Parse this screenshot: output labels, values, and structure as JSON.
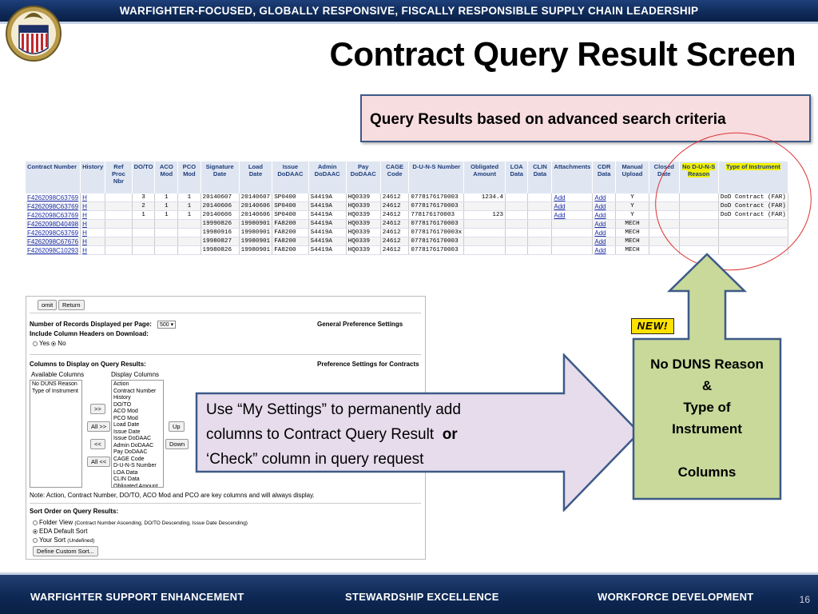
{
  "banner": {
    "text": "WARFIGHTER-FOCUSED, GLOBALLY RESPONSIVE, FISCALLY RESPONSIBLE SUPPLY CHAIN LEADERSHIP"
  },
  "slide": {
    "title": "Contract Query Result Screen",
    "page_number": "16"
  },
  "query_box": {
    "text": "Query Results based on advanced search criteria"
  },
  "results": {
    "headers": [
      "Contract Number",
      "History",
      "Ref Proc Nbr",
      "DO/TO",
      "ACO Mod",
      "PCO Mod",
      "Signature Date",
      "Load Date",
      "Issue DoDAAC",
      "Admin DoDAAC",
      "Pay DoDAAC",
      "CAGE Code",
      "D-U-N-S Number",
      "Obligated Amount",
      "LOA Data",
      "CLIN Data",
      "Attachments",
      "CDR Data",
      "Manual Upload",
      "Closed Date",
      "No D-U-N-S Reason",
      "Type of Instrument"
    ],
    "rows": [
      [
        "F4262098C63769",
        "H",
        "",
        "3",
        "1",
        "1",
        "20140607",
        "20140607",
        "SP0400",
        "S4419A",
        "HQ0339",
        "24612",
        "0778176170003",
        "1234.4",
        "",
        "",
        "Add",
        "Add",
        "Y",
        "",
        "",
        "DoD Contract (FAR)"
      ],
      [
        "F4262098C63769",
        "H",
        "",
        "2",
        "1",
        "1",
        "20140606",
        "20140606",
        "SP0400",
        "S4419A",
        "HQ0339",
        "24612",
        "0778176170003",
        "",
        "",
        "",
        "Add",
        "Add",
        "Y",
        "",
        "",
        "DoD Contract (FAR)"
      ],
      [
        "F4262098C63769",
        "H",
        "",
        "1",
        "1",
        "1",
        "20140606",
        "20140606",
        "SP0400",
        "S4419A",
        "HQ0339",
        "24612",
        "778176170003",
        "123",
        "",
        "",
        "Add",
        "Add",
        "Y",
        "",
        "",
        "DoD Contract (FAR)"
      ],
      [
        "F4262098D40498",
        "H",
        "",
        "",
        "",
        "",
        "19990826",
        "19980901",
        "FA8200",
        "S4419A",
        "HQ0339",
        "24612",
        "0778176170003",
        "",
        "",
        "",
        "",
        "Add",
        "MECH",
        "",
        "",
        ""
      ],
      [
        "F4262098C63769",
        "H",
        "",
        "",
        "",
        "",
        "19980916",
        "19980901",
        "FA8200",
        "S4419A",
        "HQ0339",
        "24612",
        "0778176170003x",
        "",
        "",
        "",
        "",
        "Add",
        "MECH",
        "",
        "",
        ""
      ],
      [
        "F4262098C67676",
        "H",
        "",
        "",
        "",
        "",
        "19980827",
        "19980901",
        "FA8200",
        "S4419A",
        "HQ0339",
        "24612",
        "0778176170003",
        "",
        "",
        "",
        "",
        "Add",
        "MECH",
        "",
        "",
        ""
      ],
      [
        "F4262098C10293",
        "H",
        "",
        "",
        "",
        "",
        "19980826",
        "19980901",
        "FA8200",
        "S4419A",
        "HQ0339",
        "24612",
        "0778176170003",
        "",
        "",
        "",
        "",
        "Add",
        "MECH",
        "",
        "",
        ""
      ]
    ]
  },
  "settings": {
    "submit_label": "omit",
    "return_label": "Return",
    "records_label": "Number of Records Displayed per Page:",
    "records_value": "500",
    "general_heading": "General Preference Settings",
    "include_headers_label": "Include Column Headers on Download:",
    "yes_label": "Yes",
    "no_label": "No",
    "columns_label": "Columns to Display on Query Results:",
    "contracts_heading": "Preference Settings for Contracts",
    "available_label": "Available Columns",
    "display_label": "Display Columns",
    "available_items": [
      "No DUNS Reason",
      "Type of Instrument"
    ],
    "display_items": [
      "Action",
      "Contract Number",
      "History",
      "DO/TO",
      "ACO Mod",
      "PCO Mod",
      "Load Date",
      "Issue Date",
      "Issue DoDAAC",
      "Admin DoDAAC",
      "Pay DoDAAC",
      "CAGE Code",
      "D-U-N-S Number",
      "LOA Data",
      "CLIN Data",
      "Obligated Amount"
    ],
    "btn_add": ">>",
    "btn_add_all": "All >>",
    "btn_remove": "<<",
    "btn_remove_all": "All <<",
    "btn_up": "Up",
    "btn_down": "Down",
    "note": "Note: Action, Contract Number, DO/TO, ACO Mod and PCO are key columns and will always display.",
    "sort_label": "Sort Order on Query Results:",
    "sort_folder": "Folder View",
    "sort_folder_detail": "(Contract Number Ascending, DO/TO Descending, Issue Date Descending)",
    "sort_eda": "EDA Default Sort",
    "sort_your": "Your Sort",
    "sort_your_detail": "(Undefined)",
    "define_sort_label": "Define Custom Sort..."
  },
  "callout": {
    "line1": "Use “My Settings” to permanently add",
    "line2": "columns to Contract Query Result",
    "line2_bold": "or",
    "line3": "‘Check” column in query request"
  },
  "new_badge": "NEW!",
  "new_columns": {
    "line1": "No DUNS Reason",
    "line2": "&",
    "line3": "Type of",
    "line4": "Instrument",
    "line5": "Columns"
  },
  "footer": {
    "item1": "WARFIGHTER SUPPORT ENHANCEMENT",
    "item2": "STEWARDSHIP EXCELLENCE",
    "item3": "WORKFORCE DEVELOPMENT"
  },
  "colors": {
    "banner": "#0f2a57",
    "query_box": "#f8dde0",
    "callout": "#e6dcec",
    "new_columns": "#c8d99a",
    "highlight": "#f0f000"
  }
}
